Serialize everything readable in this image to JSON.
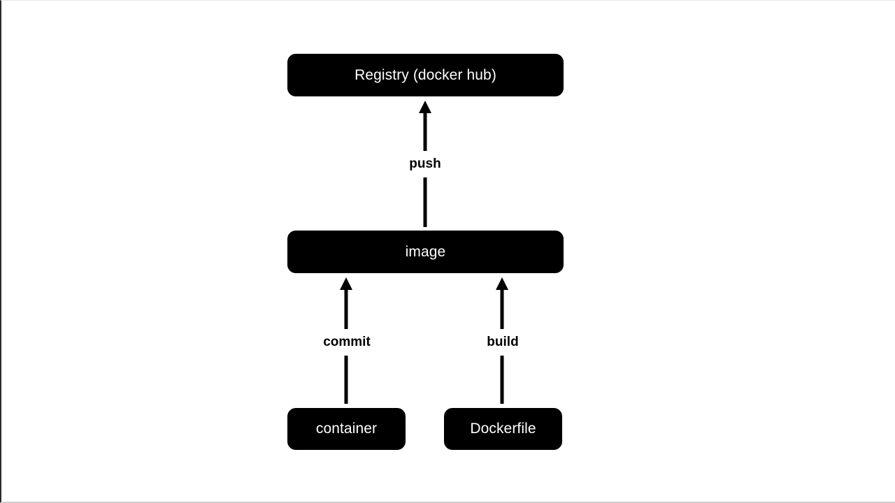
{
  "nodes": {
    "registry": "Registry (docker hub)",
    "image": "image",
    "container": "container",
    "dockerfile": "Dockerfile"
  },
  "edges": {
    "push": "push",
    "commit": "commit",
    "build": "build"
  }
}
